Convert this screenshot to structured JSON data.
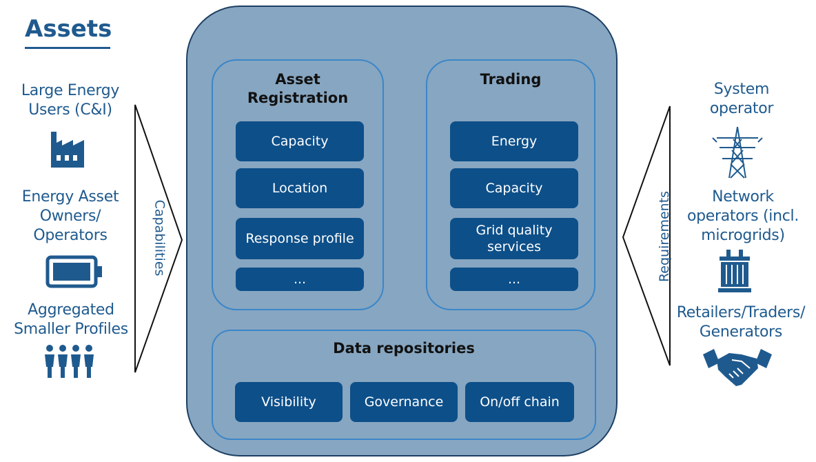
{
  "assets": {
    "title": "Assets",
    "groups": [
      {
        "label": [
          "Large Energy",
          "Users (C&I)"
        ],
        "icon": "factory-icon"
      },
      {
        "label": [
          "Energy Asset",
          "Owners/",
          "Operators"
        ],
        "icon": "battery-icon"
      },
      {
        "label": [
          "Aggregated",
          "Smaller Profiles"
        ],
        "icon": "people-group-icon"
      }
    ],
    "arrow_label": "Capabilities"
  },
  "requirements": {
    "arrow_label": "Requirements",
    "groups": [
      {
        "label": [
          "System",
          "operator"
        ],
        "icon": "transmission-tower-icon"
      },
      {
        "label": [
          "Network",
          "operators (incl.",
          "microgrids)"
        ],
        "icon": "transformer-icon"
      },
      {
        "label": [
          "Retailers/Traders/",
          "Generators"
        ],
        "icon": "handshake-icon"
      }
    ]
  },
  "platform": {
    "asset_registration": {
      "title": [
        "Asset",
        "Registration"
      ],
      "items": [
        "Capacity",
        "Location",
        "Response profile",
        "..."
      ]
    },
    "trading": {
      "title": [
        "Trading"
      ],
      "items": [
        "Energy",
        "Capacity",
        "Grid quality",
        "services",
        "..."
      ]
    },
    "data_repositories": {
      "title": "Data repositories",
      "items": [
        "Visibility",
        "Governance",
        "On/off chain"
      ]
    }
  },
  "colors": {
    "text_blue": "#1f5a8e",
    "platform_fill": "#87a6c1",
    "box_fill": "#0d4f89",
    "panel_border": "#3a86c8"
  }
}
